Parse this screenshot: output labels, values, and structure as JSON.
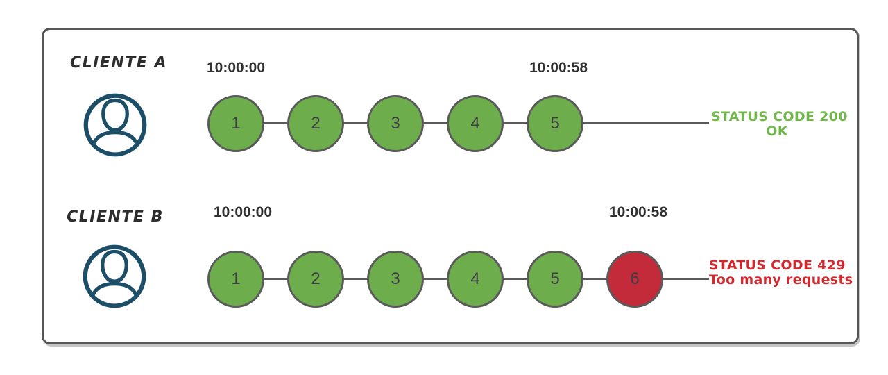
{
  "colors": {
    "green": "#6dad4b",
    "red": "#c32b3a",
    "gray": "#5a5a5a",
    "status-green": "#72b74e",
    "status-red": "#d3282e",
    "navy": "#1d4e68"
  },
  "rows": [
    {
      "client": "CLIENTE A",
      "start_time": "10:00:00",
      "end_time": "10:00:58",
      "requests": [
        {
          "label": "1",
          "status": "ok"
        },
        {
          "label": "2",
          "status": "ok"
        },
        {
          "label": "3",
          "status": "ok"
        },
        {
          "label": "4",
          "status": "ok"
        },
        {
          "label": "5",
          "status": "ok"
        }
      ],
      "status": {
        "line1": "STATUS CODE 200",
        "line2": "OK",
        "type": "ok"
      }
    },
    {
      "client": "CLIENTE B",
      "start_time": "10:00:00",
      "end_time": "10:00:58",
      "requests": [
        {
          "label": "1",
          "status": "ok"
        },
        {
          "label": "2",
          "status": "ok"
        },
        {
          "label": "3",
          "status": "ok"
        },
        {
          "label": "4",
          "status": "ok"
        },
        {
          "label": "5",
          "status": "ok"
        },
        {
          "label": "6",
          "status": "blocked"
        }
      ],
      "status": {
        "line1": "STATUS CODE 429",
        "line2": "Too many requests",
        "type": "blocked"
      }
    }
  ]
}
